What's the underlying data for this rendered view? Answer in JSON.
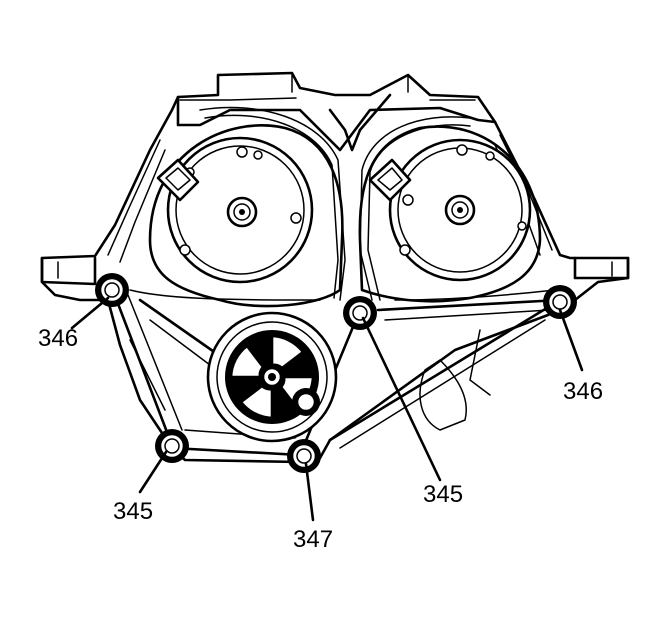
{
  "callouts": [
    {
      "id": "left-346",
      "label": "346"
    },
    {
      "id": "right-346",
      "label": "346"
    },
    {
      "id": "left-345",
      "label": "345"
    },
    {
      "id": "center-345",
      "label": "345"
    },
    {
      "id": "bottom-347",
      "label": "347"
    }
  ],
  "colors": {
    "line": "#000000",
    "background": "#ffffff"
  }
}
